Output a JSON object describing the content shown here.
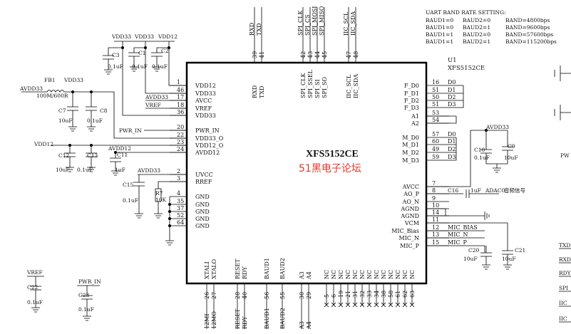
{
  "chip": {
    "designator": "U1",
    "part": "XFS5152CE",
    "title": "XFS5152CE",
    "watermark": "51黑电子论坛"
  },
  "baud_table": {
    "header": "UART BAND RATE SETTING:",
    "rows": [
      [
        "BAUD1=0",
        "BAUD2=0",
        "BAND=4800bps"
      ],
      [
        "BAUD1=0",
        "BAUD2=1",
        "BAND=9600bps"
      ],
      [
        "BAUD1=1",
        "BAUD2=0",
        "BAND=57600bps"
      ],
      [
        "BAUD1=1",
        "BAUD2=1",
        "BAND=115200bps"
      ]
    ]
  },
  "top_pins": [
    {
      "num": "39",
      "name": "RXD",
      "net": "RXD"
    },
    {
      "num": "41",
      "name": "TXD",
      "net": "TXD"
    },
    {
      "num": "42",
      "name": "SPI_CLK",
      "net": "SPI_CLK"
    },
    {
      "num": "43",
      "name": "SPI_SSEL",
      "net": "SPI_CS"
    },
    {
      "num": "44",
      "name": "SPI_SI",
      "net": "SPI_MOSI"
    },
    {
      "num": "45",
      "name": "SPI_SO",
      "net": "SPI_MISO"
    },
    {
      "num": "47",
      "name": "IIC_SCL",
      "net": "IIC_SCL"
    },
    {
      "num": "48",
      "name": "IIC_SDA",
      "net": "IIC_SDA"
    }
  ],
  "left_pins": [
    {
      "num": "1",
      "name": "VDD12"
    },
    {
      "num": "46",
      "name": "VDD33"
    },
    {
      "num": "17",
      "name": "AVCC"
    },
    {
      "num": "18",
      "name": "VREF"
    },
    {
      "num": "36",
      "name": "VDD33"
    },
    {
      "num": "20",
      "name": "PWR_IN"
    },
    {
      "num": "22",
      "name": "VDD33_O"
    },
    {
      "num": "23",
      "name": "VDD12_O"
    },
    {
      "num": "24",
      "name": "AVDD12"
    },
    {
      "num": "2",
      "name": "UVCC"
    },
    {
      "num": "3",
      "name": "RREF"
    },
    {
      "num": "4",
      "name": "GND"
    },
    {
      "num": "35",
      "name": "GND"
    },
    {
      "num": "37",
      "name": "GND"
    },
    {
      "num": "52",
      "name": "GND"
    },
    {
      "num": "64",
      "name": "GND"
    }
  ],
  "right_pins": [
    {
      "num": "16",
      "name": "F_D0",
      "net": "D0"
    },
    {
      "num": "51",
      "name": "F_D1",
      "net": "D1"
    },
    {
      "num": "50",
      "name": "F_D2",
      "net": "D2"
    },
    {
      "num": "51",
      "name": "F_D3",
      "net": "D3"
    },
    {
      "num": "53",
      "name": "A1",
      "net": ""
    },
    {
      "num": "54",
      "name": "A2",
      "net": ""
    },
    {
      "num": "57",
      "name": "M_D0",
      "net": "D0"
    },
    {
      "num": "60",
      "name": "M_D1",
      "net": "D1"
    },
    {
      "num": "49",
      "name": "M_D2",
      "net": "D2"
    },
    {
      "num": "59",
      "name": "M_D3",
      "net": "D3"
    },
    {
      "num": "7",
      "name": "AVCC",
      "net": ""
    },
    {
      "num": "8",
      "name": "AO_P",
      "net": "C16"
    },
    {
      "num": "9",
      "name": "AO_N",
      "net": ""
    },
    {
      "num": "10",
      "name": "AGND",
      "net": ""
    },
    {
      "num": "14",
      "name": "AGND",
      "net": ""
    },
    {
      "num": "11",
      "name": "VCM",
      "net": ""
    },
    {
      "num": "12",
      "name": "MIC_Bias",
      "net": "MIC_BIAS"
    },
    {
      "num": "13",
      "name": "MIC_N",
      "net": "MIC_N"
    },
    {
      "num": "15",
      "name": "MIC_P",
      "net": "MIC_P"
    }
  ],
  "bottom_pins": [
    {
      "num": "26",
      "name": "XTALI",
      "net": "12MI"
    },
    {
      "num": "27",
      "name": "XTALO",
      "net": "12MO"
    },
    {
      "num": "28",
      "name": "RESET",
      "net": "RESET"
    },
    {
      "num": "40",
      "name": "RDY",
      "net": "RDY"
    },
    {
      "num": "56",
      "name": "BAUD1",
      "net": "BAUD1"
    },
    {
      "num": "55",
      "name": "BAUD2",
      "net": "BAUD2"
    },
    {
      "num": "30",
      "name": "A3",
      "net": "A3"
    },
    {
      "num": "29",
      "name": "A4",
      "net": "A4"
    }
  ],
  "nc_pins": [
    "5",
    "6",
    "19",
    "21",
    "31",
    "32",
    "33",
    "34",
    "38",
    "58",
    "61",
    "62",
    "63"
  ],
  "nc_label": "NC",
  "rails": {
    "vdd33": "VDD33",
    "vdd12": "VDD12",
    "avdd33": "AVDD33",
    "avdd12": "AVDD12",
    "vref": "VREF",
    "pwr_in": "PWR_IN",
    "avcc_right": "AVDD33",
    "adac": "ADAC0",
    "audio": "音频信号"
  },
  "components": {
    "fb1": {
      "ref": "FB1",
      "value": "100M/600R"
    },
    "c1": {
      "ref": "C1",
      "value": "0.1uF"
    },
    "c2": {
      "ref": "C2",
      "value": "0.1uF"
    },
    "c3": {
      "ref": "C3",
      "value": "0.1uF"
    },
    "c7": {
      "ref": "C7",
      "value": "10uF"
    },
    "c8": {
      "ref": "C8",
      "value": "0.1uF"
    },
    "c11": {
      "ref": "C11",
      "value": "1uF"
    },
    "c12": {
      "ref": "C12",
      "value": "10uF"
    },
    "c13": {
      "ref": "C13",
      "value": "0.1uF"
    },
    "c15": {
      "ref": "C15",
      "value": "0.1uF"
    },
    "r7": {
      "ref": "R7",
      "value": "10K"
    },
    "c16": {
      "ref": "C16",
      "value": "1uF"
    },
    "c10": {
      "ref": "C10",
      "value": "0.1uF"
    },
    "c9": {
      "ref": "C9",
      "value": "10uF"
    },
    "c20": {
      "ref": "C20",
      "value": "10uF"
    },
    "c21": {
      "ref": "C21",
      "value": "10uF"
    },
    "c22": {
      "ref": "C22",
      "value": "0.1uF"
    },
    "c23": {
      "ref": "C23",
      "value": "0.1uF"
    }
  },
  "edge_labels": [
    "PW",
    "TXD",
    "RXD",
    "RDY",
    "SPI",
    "IIC",
    "IIC"
  ]
}
